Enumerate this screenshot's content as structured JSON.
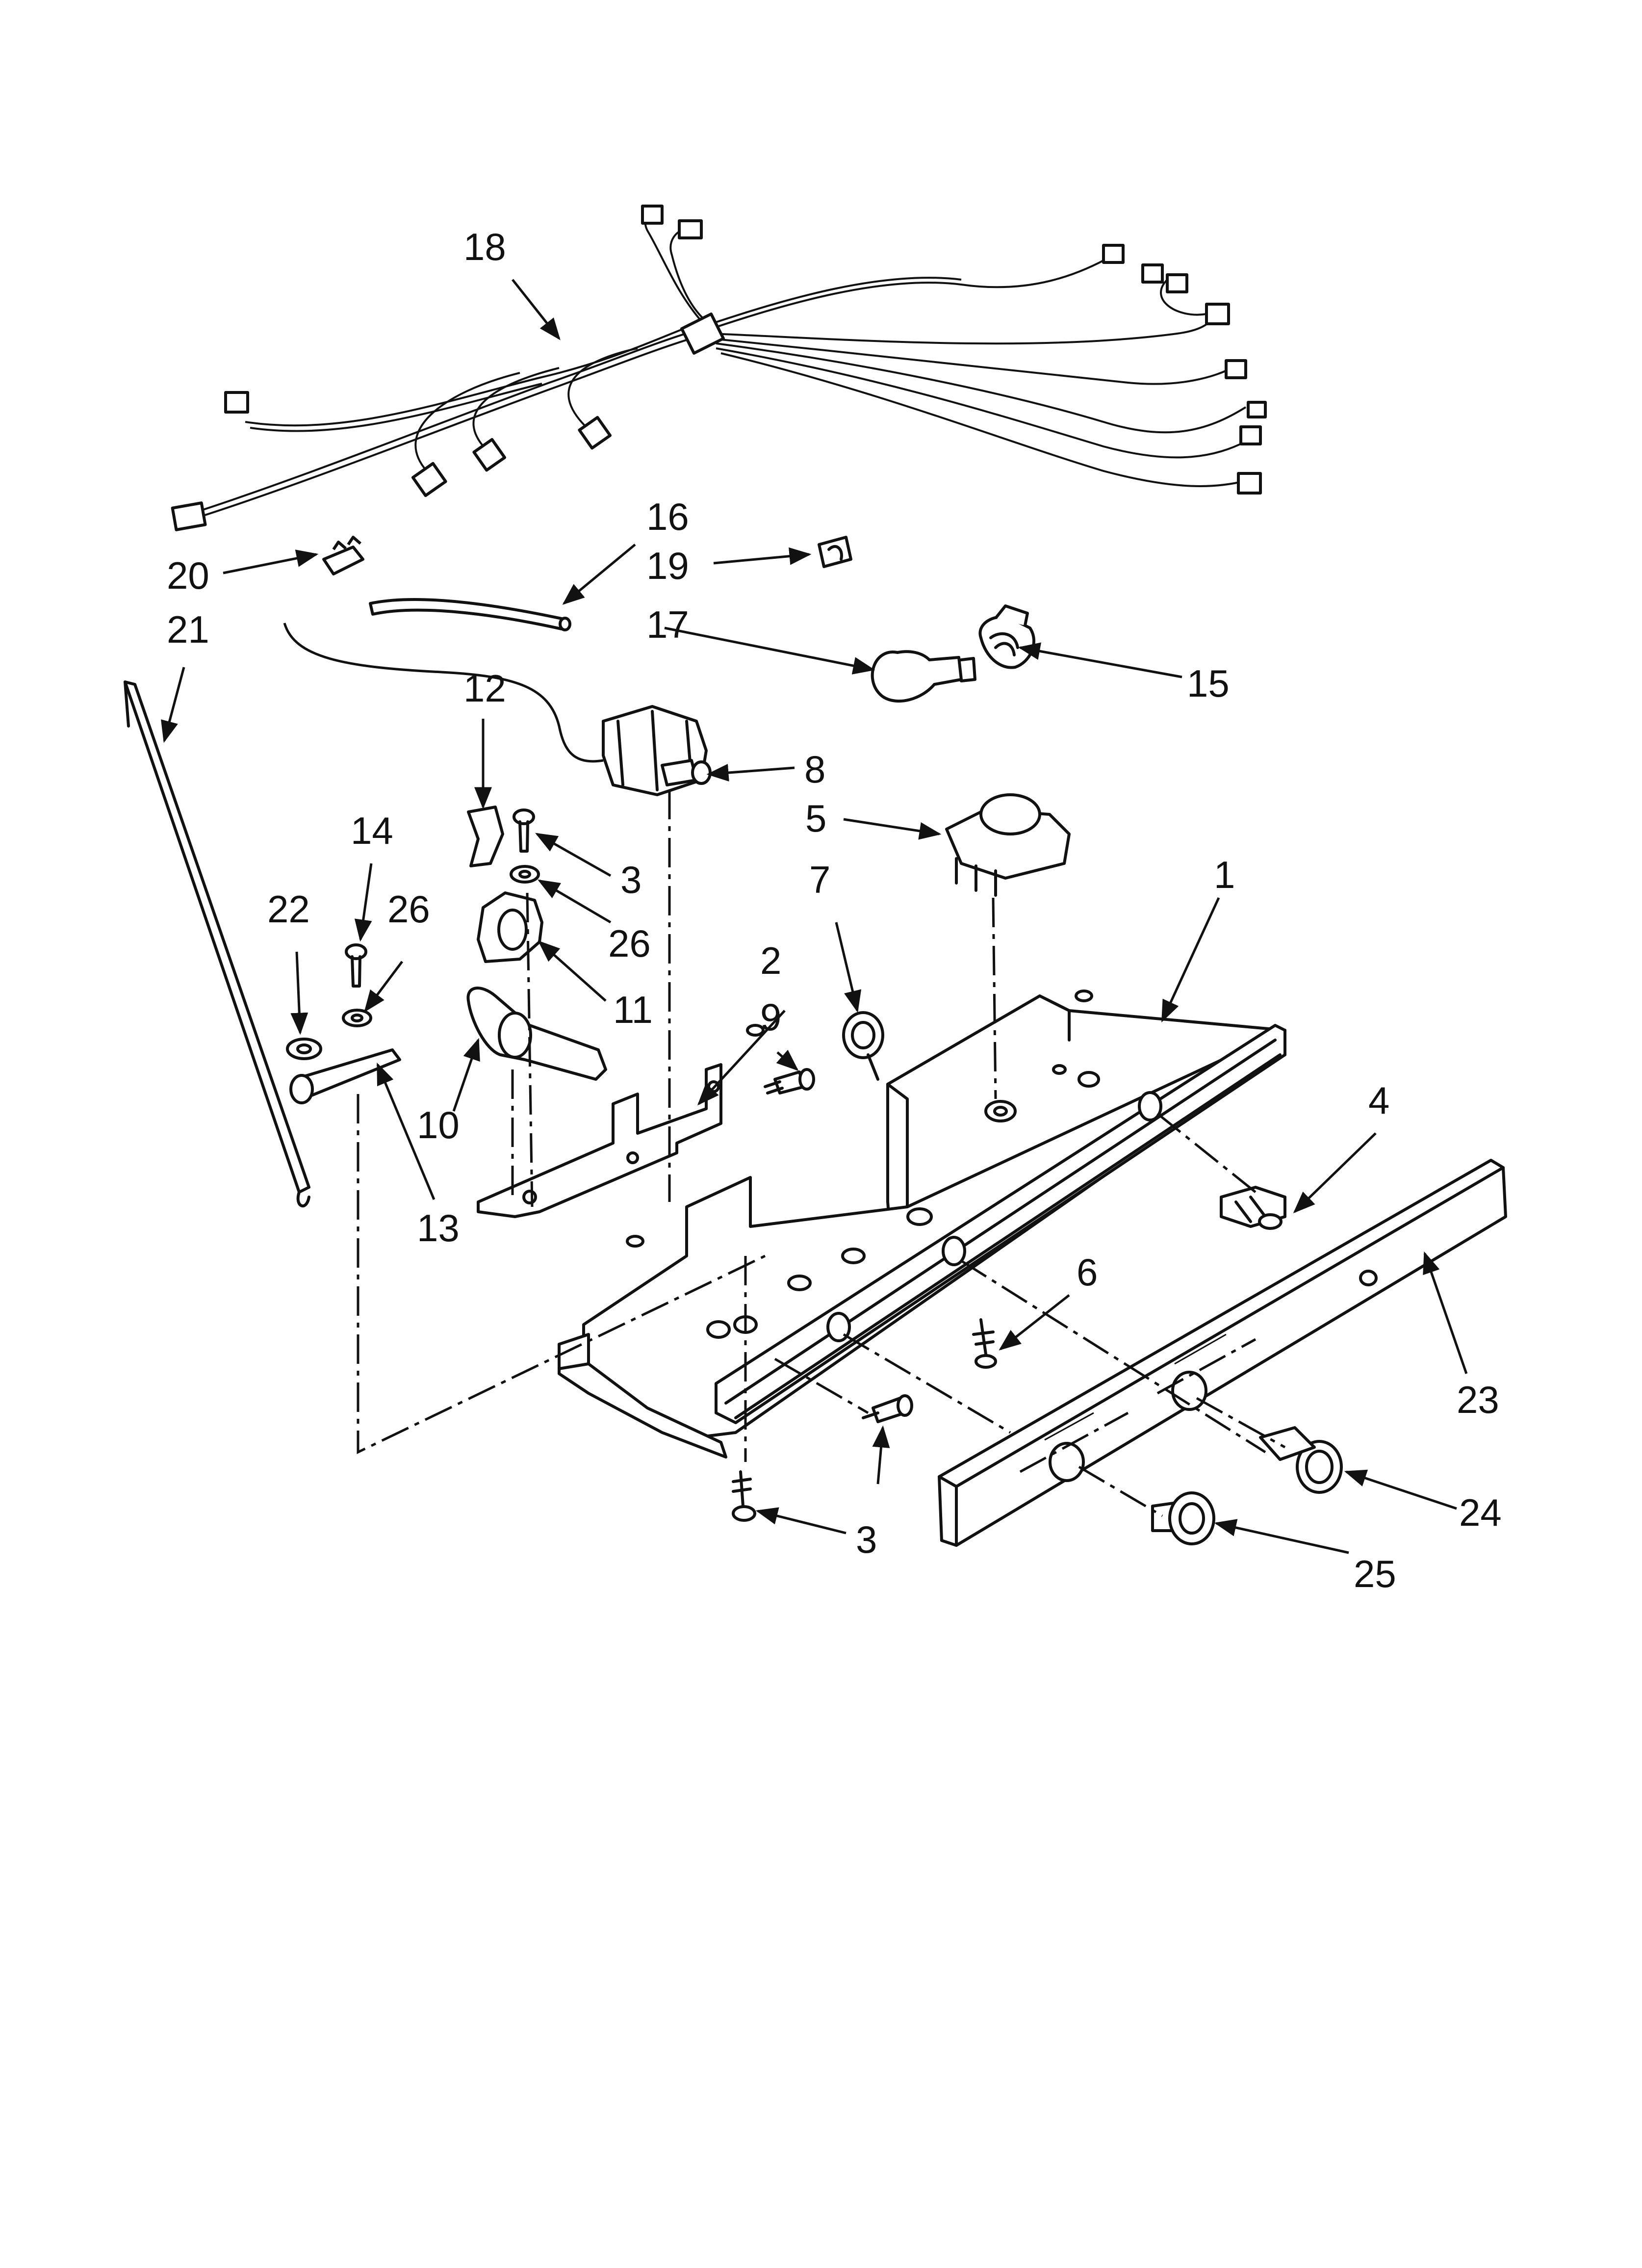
{
  "callouts": {
    "c1": "1",
    "c2": "2",
    "c3a": "3",
    "c3b": "3",
    "c4": "4",
    "c5": "5",
    "c6": "6",
    "c7": "7",
    "c8": "8",
    "c9": "9",
    "c10": "10",
    "c11": "11",
    "c12": "12",
    "c13": "13",
    "c14": "14",
    "c15": "15",
    "c16": "16",
    "c17": "17",
    "c18": "18",
    "c19": "19",
    "c20": "20",
    "c21": "21",
    "c22": "22",
    "c23": "23",
    "c24": "24",
    "c25": "25",
    "c26a": "26",
    "c26b": "26"
  }
}
